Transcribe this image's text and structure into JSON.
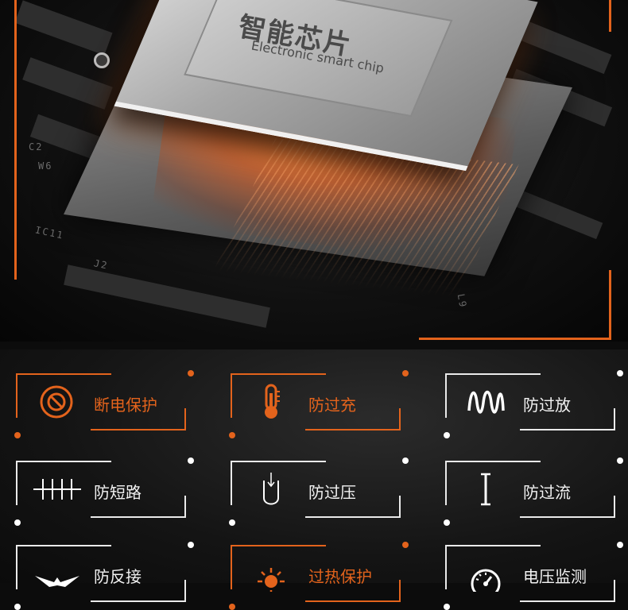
{
  "hero": {
    "chip_title": "智能芯片",
    "chip_subtitle": "Electronic smart chip",
    "pcb_labels": [
      "C2",
      "W6",
      "IC11",
      "J2",
      "L9"
    ]
  },
  "colors": {
    "accent": "#e3631c",
    "white": "#ffffff",
    "background": "#0c0c0c"
  },
  "features": [
    {
      "label": "断电保护",
      "icon": "no-power-icon",
      "style": "orange"
    },
    {
      "label": "防过充",
      "icon": "thermometer-icon",
      "style": "orange"
    },
    {
      "label": "防过放",
      "icon": "wave-icon",
      "style": "white"
    },
    {
      "label": "防短路",
      "icon": "short-circuit-icon",
      "style": "white"
    },
    {
      "label": "防过压",
      "icon": "voltage-icon",
      "style": "white"
    },
    {
      "label": "防过流",
      "icon": "current-icon",
      "style": "white"
    },
    {
      "label": "防反接",
      "icon": "reverse-connect-icon",
      "style": "white"
    },
    {
      "label": "过热保护",
      "icon": "sun-heat-icon",
      "style": "orange"
    },
    {
      "label": "电压监测",
      "icon": "gauge-icon",
      "style": "white"
    }
  ]
}
